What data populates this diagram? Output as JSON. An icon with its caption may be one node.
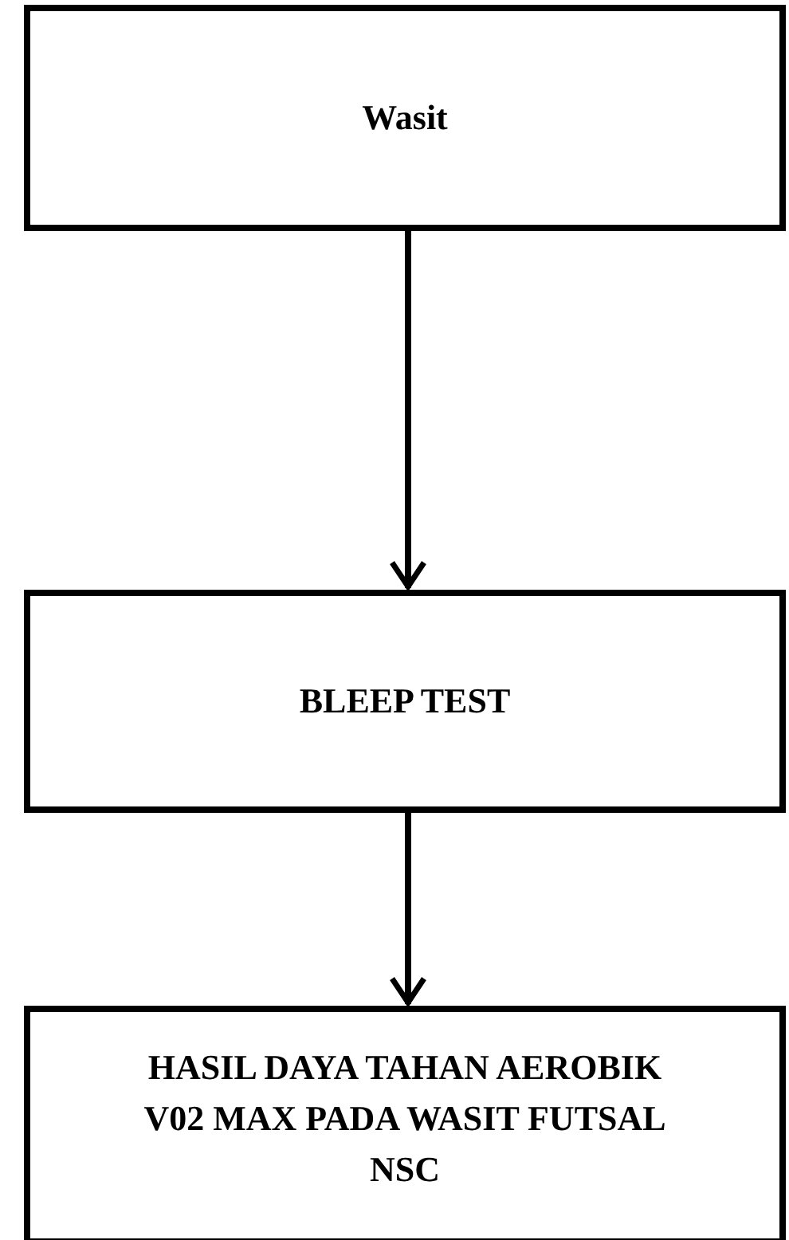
{
  "diagram": {
    "nodes": [
      {
        "text": [
          "Wasit"
        ]
      },
      {
        "text": [
          "BLEEP TEST"
        ]
      },
      {
        "text": [
          "HASIL DAYA TAHAN AEROBIK V02 MAX PADA WASIT FUTSAL NSC"
        ]
      }
    ],
    "edges": [
      {
        "from": 0,
        "to": 1,
        "arrow": "to"
      },
      {
        "from": 1,
        "to": 2,
        "arrow": "to"
      }
    ]
  }
}
